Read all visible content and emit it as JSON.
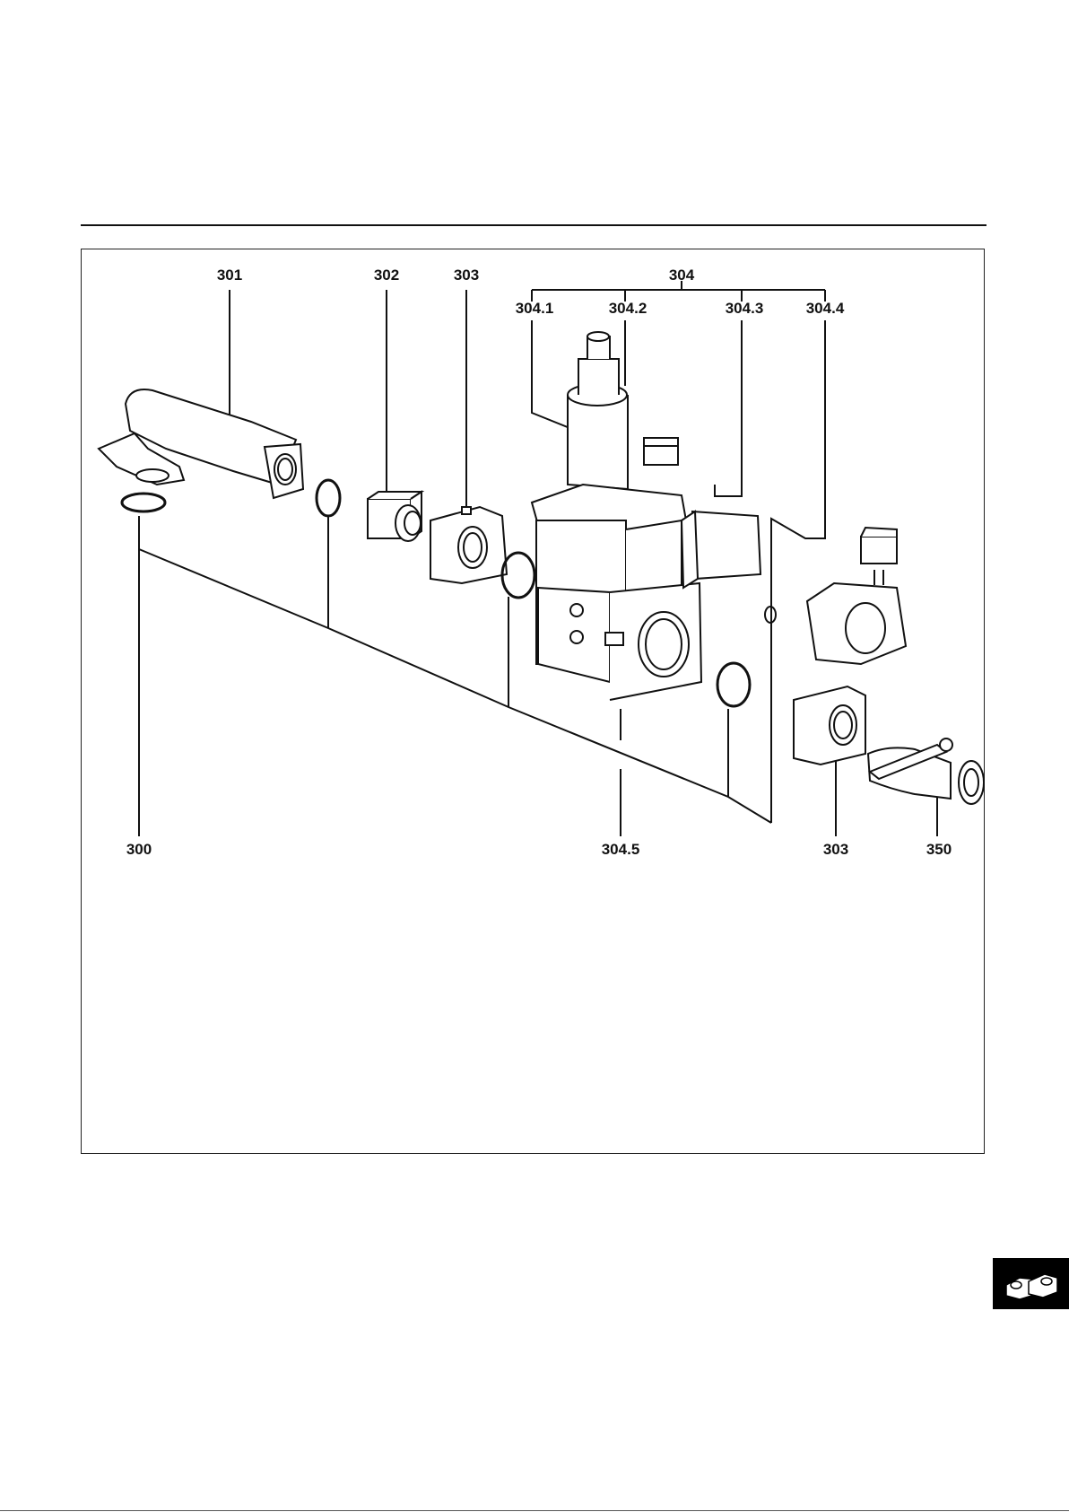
{
  "diagram": {
    "labels": {
      "l300": "300",
      "l301": "301",
      "l302": "302",
      "l303_top": "303",
      "l304": "304",
      "l304_1": "304.1",
      "l304_2": "304.2",
      "l304_3": "304.3",
      "l304_4": "304.4",
      "l304_5": "304.5",
      "l303_bottom": "303",
      "l350": "350"
    }
  },
  "side_tab": {
    "icon": "gas-valve-icon",
    "background_color": "#000000"
  }
}
